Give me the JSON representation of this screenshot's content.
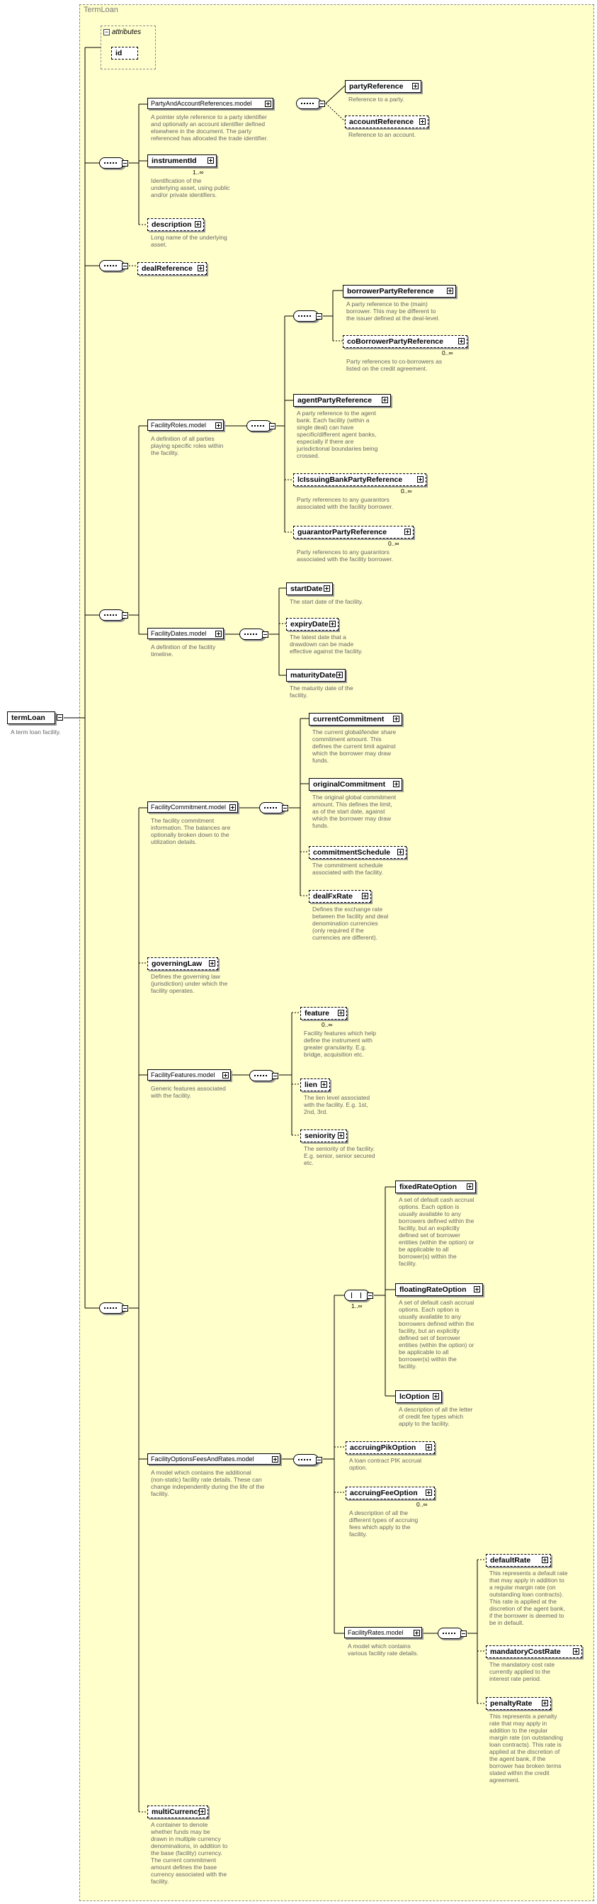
{
  "title": "TermLoan",
  "root": {
    "label": "termLoan",
    "desc": "A term loan facility."
  },
  "attributes": {
    "title": "attributes",
    "id_label": "id"
  },
  "elements": [
    {
      "key": "party_and_account",
      "label": "PartyAndAccountReferences.model",
      "kind": "group",
      "desc": "A pointer style reference to a party identifier\nand optionally an account identifier defined\nelsewhere in the document. The party\nreferenced has allocated the trade identifier."
    },
    {
      "key": "party_reference",
      "label": "partyReference",
      "kind": "el",
      "desc": "Reference to a party."
    },
    {
      "key": "account_reference",
      "label": "accountReference",
      "kind": "opt",
      "desc": "Reference to an account."
    },
    {
      "key": "instrument_id",
      "label": "instrumentId",
      "kind": "el",
      "card": "1..∞",
      "desc": "Identification of the\nunderlying asset, using public\nand/or private identifiers."
    },
    {
      "key": "description",
      "label": "description",
      "kind": "opt",
      "desc": "Long name of the underlying\nasset."
    },
    {
      "key": "deal_reference",
      "label": "dealReference",
      "kind": "opt",
      "desc": ""
    },
    {
      "key": "facility_roles",
      "label": "FacilityRoles.model",
      "kind": "group",
      "desc": "A definition of all parties\nplaying specific roles within\nthe facility."
    },
    {
      "key": "borrower_party",
      "label": "borrowerPartyReference",
      "kind": "el",
      "desc": "A party reference to the (main)\nborrower. This may be different to\nthe issuer defined at the deal-level."
    },
    {
      "key": "coborrower_party",
      "label": "coBorrowerPartyReference",
      "kind": "opt",
      "card": "0..∞",
      "desc": "Party references to co-borrowers as\nlisted on the credit agreement."
    },
    {
      "key": "agent_party",
      "label": "agentPartyReference",
      "kind": "el",
      "desc": "A party reference to the agent\nbank. Each facility (within a\nsingle deal) can have\nspecific/different agent banks,\nespecially if there are\njurisdictional boundaries being\ncrossed."
    },
    {
      "key": "lc_issuing",
      "label": "lcIssuingBankPartyReference",
      "kind": "opt",
      "card": "0..∞",
      "desc": "Party references to any guarantors\nassociated with the facility borrower."
    },
    {
      "key": "guarantor",
      "label": "guarantorPartyReference",
      "kind": "opt",
      "card": "0..∞",
      "desc": "Party references to any guarantors\nassociated with the facility borrower."
    },
    {
      "key": "facility_dates",
      "label": "FacilityDates.model",
      "kind": "group",
      "desc": "A definition of the facility\ntimeline."
    },
    {
      "key": "start_date",
      "label": "startDate",
      "kind": "el",
      "desc": "The start date of the facility."
    },
    {
      "key": "expiry_date",
      "label": "expiryDate",
      "kind": "opt",
      "desc": "The latest date that a\ndrawdown can be made\neffective against the facility."
    },
    {
      "key": "maturity_date",
      "label": "maturityDate",
      "kind": "el",
      "desc": "The maturity date of the\nfacility."
    },
    {
      "key": "facility_commitment",
      "label": "FacilityCommitment.model",
      "kind": "group",
      "desc": "The facility commitment\ninformation. The balances are\noptionally broken down to the\nutilization details."
    },
    {
      "key": "current_commitment",
      "label": "currentCommitment",
      "kind": "el",
      "desc": "The current global/lender share\ncommitment amount. This\ndefines the current limit against\nwhich the borrower may draw\nfunds."
    },
    {
      "key": "original_commitment",
      "label": "originalCommitment",
      "kind": "el",
      "desc": "The original global commitment\namount. This defines the limit,\nas of the start date, against\nwhich the borrower may draw\nfunds."
    },
    {
      "key": "commitment_schedule",
      "label": "commitmentSchedule",
      "kind": "opt",
      "desc": "The commitment schedule\nassociated with the facility."
    },
    {
      "key": "deal_fx_rate",
      "label": "dealFxRate",
      "kind": "opt",
      "desc": "Defines the exchange rate\nbetween the facility and deal\ndenomination currencies\n(only required if the\ncurrencies are different)."
    },
    {
      "key": "governing_law",
      "label": "governingLaw",
      "kind": "opt",
      "desc": "Defines the governing law\n(jurisdiction) under which the\nfacility operates."
    },
    {
      "key": "facility_features",
      "label": "FacilityFeatures.model",
      "kind": "group",
      "desc": "Generic features associated\nwith the facility."
    },
    {
      "key": "feature",
      "label": "feature",
      "kind": "opt",
      "card": "0..∞",
      "desc": "Facility features which help\ndefine the instrument with\ngreater granularity. E.g.\nbridge, acquisition etc."
    },
    {
      "key": "lien",
      "label": "lien",
      "kind": "opt",
      "desc": "The lien level associated\nwith the facility. E.g. 1st,\n2nd, 3rd."
    },
    {
      "key": "seniority",
      "label": "seniority",
      "kind": "opt",
      "desc": "The seniority of the facility.\nE.g. senior, senior secured\netc."
    },
    {
      "key": "fixed_rate_option",
      "label": "fixedRateOption",
      "kind": "el",
      "desc": "A set of default cash accrual\noptions. Each option is\nusually available to any\nborrowers defined within the\nfacility, but an explicitly\ndefined set of borrower\nentities (within the option) or\nbe applicable to all\nborrower(s) within the\nfacility."
    },
    {
      "key": "floating_rate_option",
      "label": "floatingRateOption",
      "kind": "el",
      "desc": "A set of default cash accrual\noptions. Each option is\nusually available to any\nborrowers defined within the\nfacility, but an explicitly\ndefined set of borrower\nentities (within the option) or\nbe applicable to all\nborrower(s) within the\nfacility."
    },
    {
      "key": "lc_option",
      "label": "lcOption",
      "kind": "el",
      "desc": "A description of all the letter\nof credit fee types which\napply to the facility."
    },
    {
      "key": "fac_options_fees",
      "label": "FacilityOptionsFeesAndRates.model",
      "kind": "group",
      "desc": "A model which contains the additional\n(non-static) facility rate details. These can\nchange independently during the life of the\nfacility."
    },
    {
      "key": "accruing_pik",
      "label": "accruingPikOption",
      "kind": "opt",
      "desc": "A loan contract PIK accrual\noption."
    },
    {
      "key": "accruing_fee",
      "label": "accruingFeeOption",
      "kind": "opt",
      "card": "0..∞",
      "desc": "A description of all the\ndifferent types of accruing\nfees which apply to the\nfacility."
    },
    {
      "key": "facility_rates",
      "label": "FacilityRates.model",
      "kind": "group",
      "desc": "A model which contains\nvarious facility rate details."
    },
    {
      "key": "default_rate",
      "label": "defaultRate",
      "kind": "opt",
      "desc": "This represents a default rate\nthat may apply in addition to\na regular margin rate (on\noutstanding loan contracts).\nThis rate is applied at the\ndiscretion of the agent bank,\nif the borrower is deemed to\nbe in default."
    },
    {
      "key": "mandatory_cost",
      "label": "mandatoryCostRate",
      "kind": "opt",
      "desc": "The mandatory cost rate\ncurrently applied to the\ninterest rate period."
    },
    {
      "key": "penalty_rate",
      "label": "penaltyRate",
      "kind": "opt",
      "desc": "This represents a penalty\nrate that may apply in\naddition to the regular\nmargin rate (on outstanding\nloan contracts). This rate is\napplied at the discretion of\nthe agent bank, if the\nborrower has broken terms\nstated within the credit\nagreement."
    },
    {
      "key": "multi_currency",
      "label": "multiCurrency",
      "kind": "opt",
      "desc": "A container to denote\nwhether funds may be\ndrawn in multiple currency\ndenominations, in addition to\nthe base (facility) currency.\nThe current commitment\namount defines the base\ncurrency associated with the\nfacility."
    }
  ],
  "choice_cardinality": "1..∞"
}
